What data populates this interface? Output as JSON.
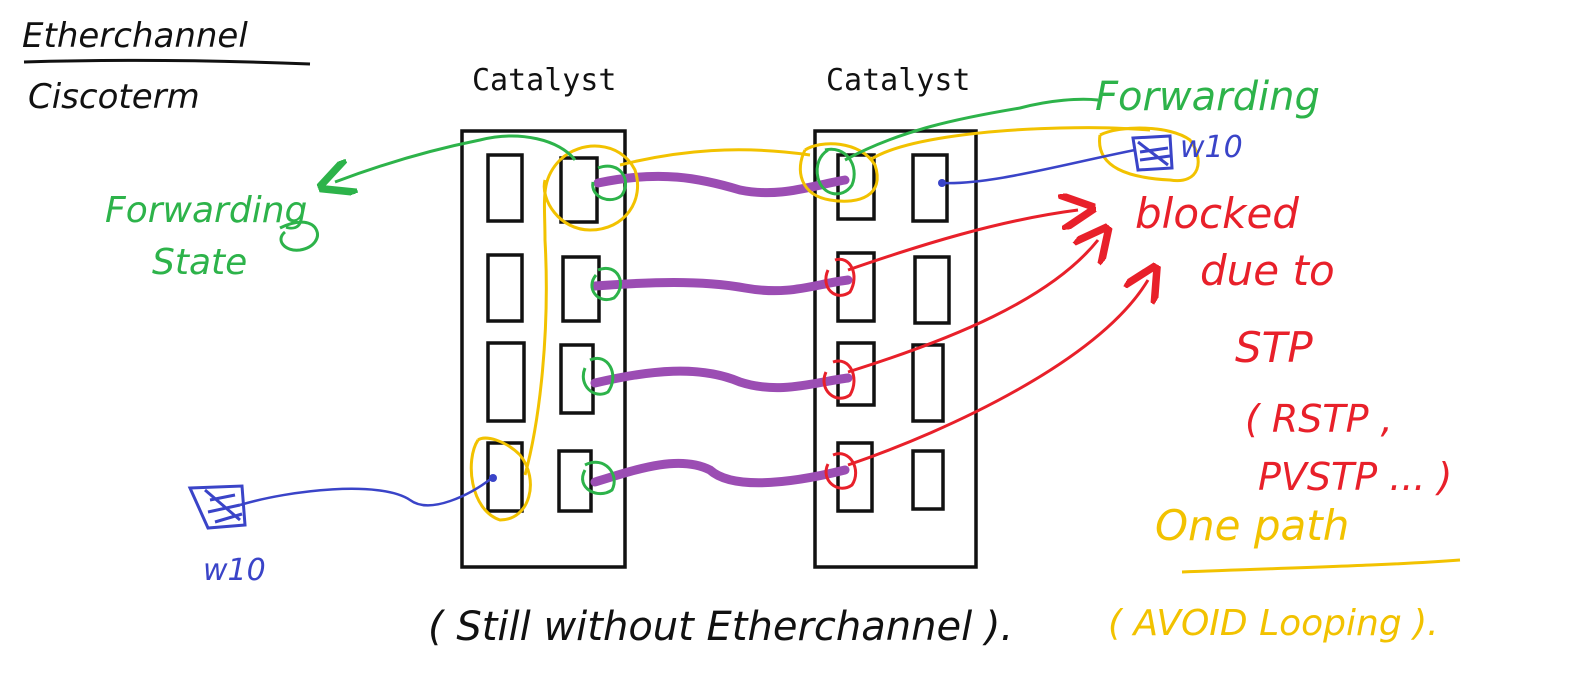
{
  "colors": {
    "ink": "#111111",
    "green": "#2db34a",
    "red": "#e8202a",
    "blue": "#3a44c8",
    "yellow": "#f2c200",
    "purple": "#9b4db3"
  },
  "header": {
    "title": "Etherchannel",
    "subtitle": "Ciscoterm"
  },
  "switches": {
    "left_label": "Catalyst",
    "right_label": "Catalyst"
  },
  "annotations": {
    "forwarding_state_line1": "Forwarding",
    "forwarding_state_line2": "State",
    "forwarding_top": "Forwarding",
    "blocked_line1": "blocked",
    "blocked_line2": "due to",
    "blocked_line3": "STP",
    "protocols_line1": "( RSTP ,",
    "protocols_line2": "PVSTP ... )",
    "one_path": "One path",
    "avoid_looping": "( AVOID Looping ).",
    "still_without": "( Still without Etherchannel ).",
    "pc_left": "w10",
    "pc_right": "w10"
  },
  "icons": {
    "pc_left": "pc-icon",
    "pc_right": "pc-icon"
  }
}
